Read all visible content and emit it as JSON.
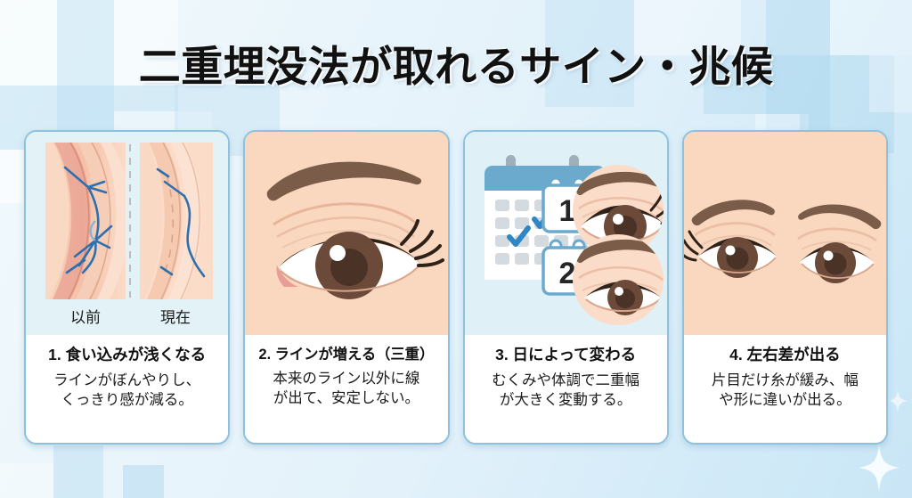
{
  "title": "二重埋没法が取れるサイン・兆候",
  "theme": {
    "background_light": "#f2fafc",
    "background_blue": "#c9e6f6",
    "card_border": "#8cc2de",
    "skin": "#fad8c0",
    "brow": "#7a5c48",
    "iris": "#6b4a3a",
    "suture_blue": "#2f6fae",
    "calendar_blue": "#6ba9cd",
    "check_blue": "#2f86c5",
    "text": "#111111"
  },
  "cards": [
    {
      "number": "1.",
      "heading": "1. 食い込みが浅くなる",
      "body_line1": "ラインがぼんやりし、",
      "body_line2": "くっきり感が減る。",
      "art": "cross-section-suture",
      "art_labels": {
        "before": "以前",
        "after": "現在"
      }
    },
    {
      "number": "2.",
      "heading": "2. ラインが増える（三重）",
      "body_line1": "本来のライン以外に線",
      "body_line2": "が出て、安定しない。",
      "art": "single-eye-triple-line",
      "art_labels": {}
    },
    {
      "number": "3.",
      "heading": "3. 日によって変わる",
      "body_line1": "むくみや体調で二重幅",
      "body_line2": "が大きく変動する。",
      "art": "calendar-two-eyes",
      "art_labels": {
        "day_one": "1",
        "day_two": "2"
      }
    },
    {
      "number": "4.",
      "heading": "4. 左右差が出る",
      "body_line1": "片目だけ糸が緩み、幅",
      "body_line2": "や形に違いが出る。",
      "art": "both-eyes-asymmetry",
      "art_labels": {}
    }
  ]
}
